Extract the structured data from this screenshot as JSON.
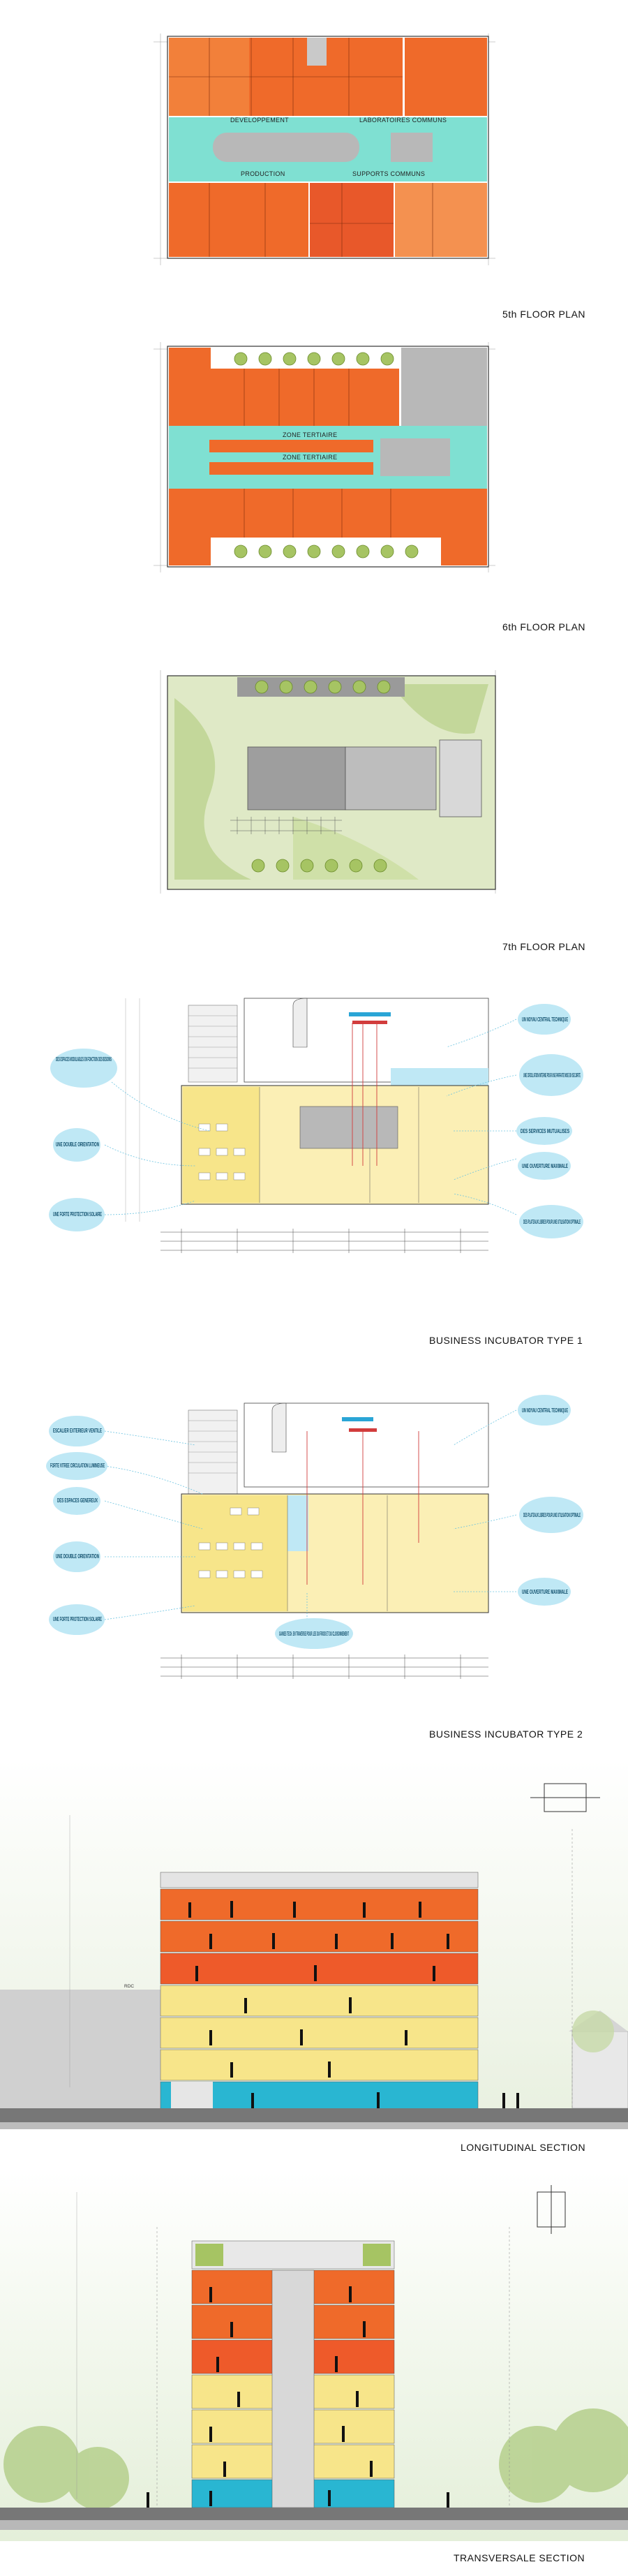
{
  "captions": {
    "floor5": "5th FLOOR PLAN",
    "floor6": "6th FLOOR PLAN",
    "floor7": "7th FLOOR PLAN",
    "incubator1": "BUSINESS INCUBATOR TYPE 1",
    "incubator2": "BUSINESS INCUBATOR TYPE 2",
    "longitudinal": "LONGITUDINAL SECTION",
    "transversal": "TRANSVERSALE SECTION"
  },
  "floor5_labels": {
    "developpement": "DEVELOPPEMENT",
    "laboratoires": "LABORATOIRES COMMUNS",
    "production": "PRODUCTION",
    "supports": "SUPPORTS COMMUNS"
  },
  "floor6_labels": {
    "zone1": "ZONE TERTIAIRE",
    "zone2": "ZONE TERTIAIRE"
  },
  "incubator1_callouts": [
    "DES ESPACES MODULABLES EN FONCTION DES BESOINS",
    "UNE DOUBLE ORIENTATION",
    "UNE FORTE PROTECTION SOLAIRE",
    "UN NOYAU CENTRAL TECHNIQUE",
    "UNE CIRCULATION INTERNE POUR UNE PARFAITE MISE EN SECURITE",
    "DES SERVICES MUTUALISES",
    "UNE OUVERTURE MAXIMALE",
    "DES PLATEAUX LIBRES POUR UNE UTILISATION OPTIMALE"
  ],
  "incubator2_callouts": [
    "ESCALIER EXTERIEUR VENTILE",
    "FORTE VITREE CIRCULATION LUMINEUSE",
    "DES ESPACES GENEREUX",
    "UNE DOUBLE ORIENTATION",
    "UNE FORTE PROTECTION SOLAIRE",
    "GAINES TECH. EN TRAVERSE POUR LES DU FROID ET DU CLOISONNEMENT",
    "UN NOYAU CENTRAL TECHNIQUE",
    "DES PLATEAUX LIBRES POUR UNE UTILISATION OPTIMALE",
    "UNE OUVERTURE MAXIMALE"
  ],
  "section_labels": {
    "rdc": "RDC"
  },
  "colors": {
    "orange": "#ef6a2a",
    "orange_light": "#f49150",
    "cyan": "#7fe0d2",
    "grey": "#b8b8b8",
    "yellow": "#f7e58a",
    "yellow_light": "#fbefb5",
    "green": "#a6c463",
    "callout_blue": "#bfe8f5",
    "blue_line": "#2aa5d6",
    "red_line": "#d23c3c"
  }
}
